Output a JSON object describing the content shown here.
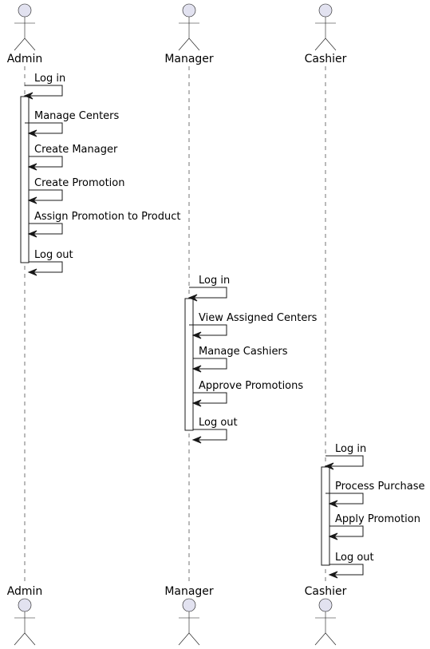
{
  "diagram": {
    "type": "sequence",
    "participants": [
      {
        "id": "admin",
        "name": "Admin"
      },
      {
        "id": "manager",
        "name": "Manager"
      },
      {
        "id": "cashier",
        "name": "Cashier"
      }
    ],
    "messages": [
      {
        "from": "admin",
        "to": "admin",
        "label": "Log in"
      },
      {
        "from": "admin",
        "to": "admin",
        "label": "Manage Centers"
      },
      {
        "from": "admin",
        "to": "admin",
        "label": "Create Manager"
      },
      {
        "from": "admin",
        "to": "admin",
        "label": "Create Promotion"
      },
      {
        "from": "admin",
        "to": "admin",
        "label": "Assign Promotion to Product"
      },
      {
        "from": "admin",
        "to": "admin",
        "label": "Log out"
      },
      {
        "from": "manager",
        "to": "manager",
        "label": "Log in"
      },
      {
        "from": "manager",
        "to": "manager",
        "label": "View Assigned Centers"
      },
      {
        "from": "manager",
        "to": "manager",
        "label": "Manage Cashiers"
      },
      {
        "from": "manager",
        "to": "manager",
        "label": "Approve Promotions"
      },
      {
        "from": "manager",
        "to": "manager",
        "label": "Log out"
      },
      {
        "from": "cashier",
        "to": "cashier",
        "label": "Log in"
      },
      {
        "from": "cashier",
        "to": "cashier",
        "label": "Process Purchase"
      },
      {
        "from": "cashier",
        "to": "cashier",
        "label": "Apply Promotion"
      },
      {
        "from": "cashier",
        "to": "cashier",
        "label": "Log out"
      }
    ],
    "activations": [
      {
        "participant": "admin",
        "from_message": 1,
        "to_message": 5
      },
      {
        "participant": "manager",
        "from_message": 7,
        "to_message": 10
      },
      {
        "participant": "cashier",
        "from_message": 12,
        "to_message": 14
      }
    ],
    "colors": {
      "actor_fill": "#E2E2F0",
      "line": "#181818",
      "activation_fill": "#ffffff",
      "text": "#000000"
    }
  }
}
